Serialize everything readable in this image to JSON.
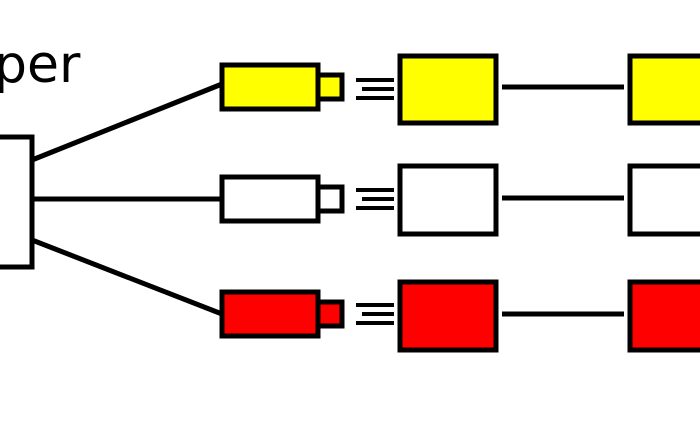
{
  "title": "per",
  "colors": {
    "stroke": "#000000",
    "background": "#ffffff",
    "yellow": "#ffff00",
    "white": "#ffffff",
    "red": "#ff0000"
  },
  "rows": [
    {
      "name": "yellow",
      "fill": "#ffff00"
    },
    {
      "name": "white",
      "fill": "#ffffff"
    },
    {
      "name": "red",
      "fill": "#ff0000"
    }
  ]
}
